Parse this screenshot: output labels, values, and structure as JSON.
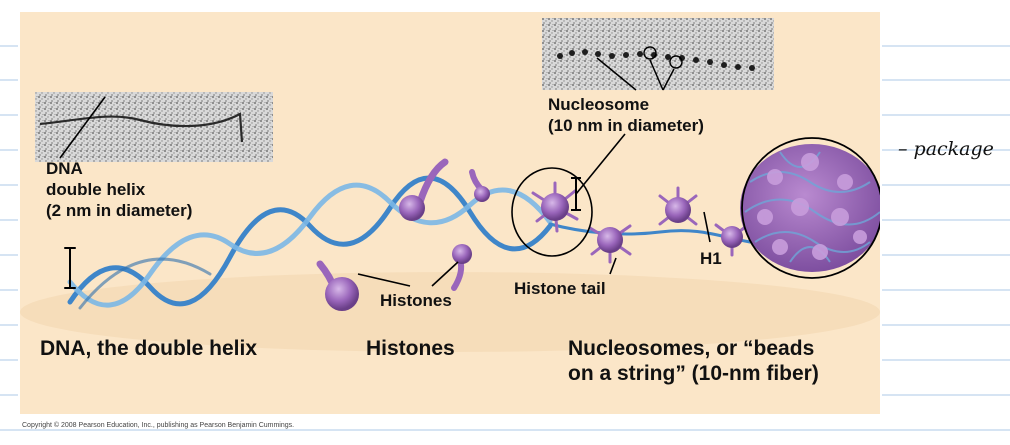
{
  "labels": {
    "dna_label": [
      "DNA",
      "double helix",
      "(2 nm in diameter)"
    ],
    "nucleosome_label": [
      "Nucleosome",
      "(10 nm in diameter)"
    ],
    "histones_pointer": "Histones",
    "histone_tail": "Histone tail",
    "h1": "H1",
    "handwritten_note": "– package"
  },
  "captions": {
    "dna": "DNA, the double helix",
    "histones": "Histones",
    "nucleosomes": [
      "Nucleosomes, or “beads",
      "on a string” (10-nm fiber)"
    ]
  },
  "copyright": "Copyright © 2008 Pearson Education, Inc., publishing as Pearson Benjamin Cummings.",
  "colors": {
    "figure_background": "#fbe6c8",
    "dna_strand": "#3f86c9",
    "histone_purple": "#8a5aa8",
    "notebook_line": "#c9dcef"
  }
}
